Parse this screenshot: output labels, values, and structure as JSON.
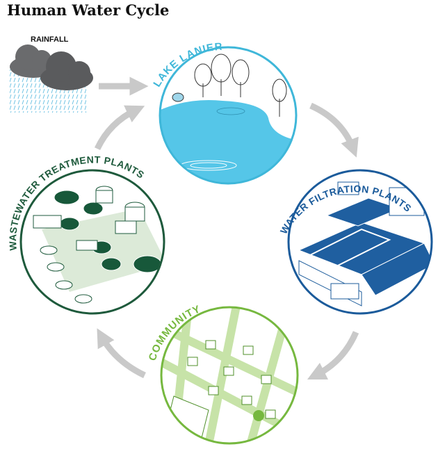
{
  "title": "Human Water Cycle",
  "rainfall_label": "RAINFALL",
  "stages": [
    {
      "label": "LAKE LANIER",
      "color": "#3fb7d9"
    },
    {
      "label": "WATER FILTRATION PLANTS",
      "color": "#1b5b9b"
    },
    {
      "label": "COMMUNITY",
      "color": "#76b83f"
    },
    {
      "label": "WASTEWATER TREATMENT PLANTS",
      "color": "#1e5a3c"
    }
  ],
  "colors": {
    "arrow": "#c9c9c9",
    "lake_water": "#55c6e8",
    "filtration_basin": "#1f5fa0",
    "community_road": "#c7e3a8",
    "wastewater_tank": "#17583a",
    "cloud": "#5f6062"
  }
}
